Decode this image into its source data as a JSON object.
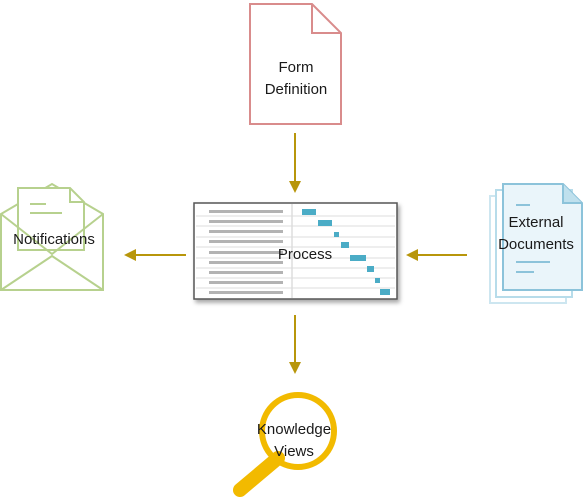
{
  "nodes": {
    "form_definition": {
      "line1": "Form",
      "line2": "Definition"
    },
    "process": {
      "label": "Process"
    },
    "notifications": {
      "label": "Notifications"
    },
    "external_documents": {
      "line1": "External",
      "line2": "Documents"
    },
    "knowledge_views": {
      "line1": "Knowledge",
      "line2": "Views"
    }
  },
  "colors": {
    "arrow": "#B8960B",
    "form_doc": "#D98C8C",
    "notifications_envelope": "#B7D18E",
    "external_docs": "#8CC3DA",
    "magnifier": "#F2BA00",
    "gantt_bar": "#4BACC6",
    "gantt_row_label": "#B3B3B3"
  },
  "icons": {
    "form_definition": "document-icon",
    "process": "gantt-chart-icon",
    "notifications": "open-envelope-icon",
    "external_documents": "stacked-documents-icon",
    "knowledge_views": "magnifying-glass-icon"
  }
}
